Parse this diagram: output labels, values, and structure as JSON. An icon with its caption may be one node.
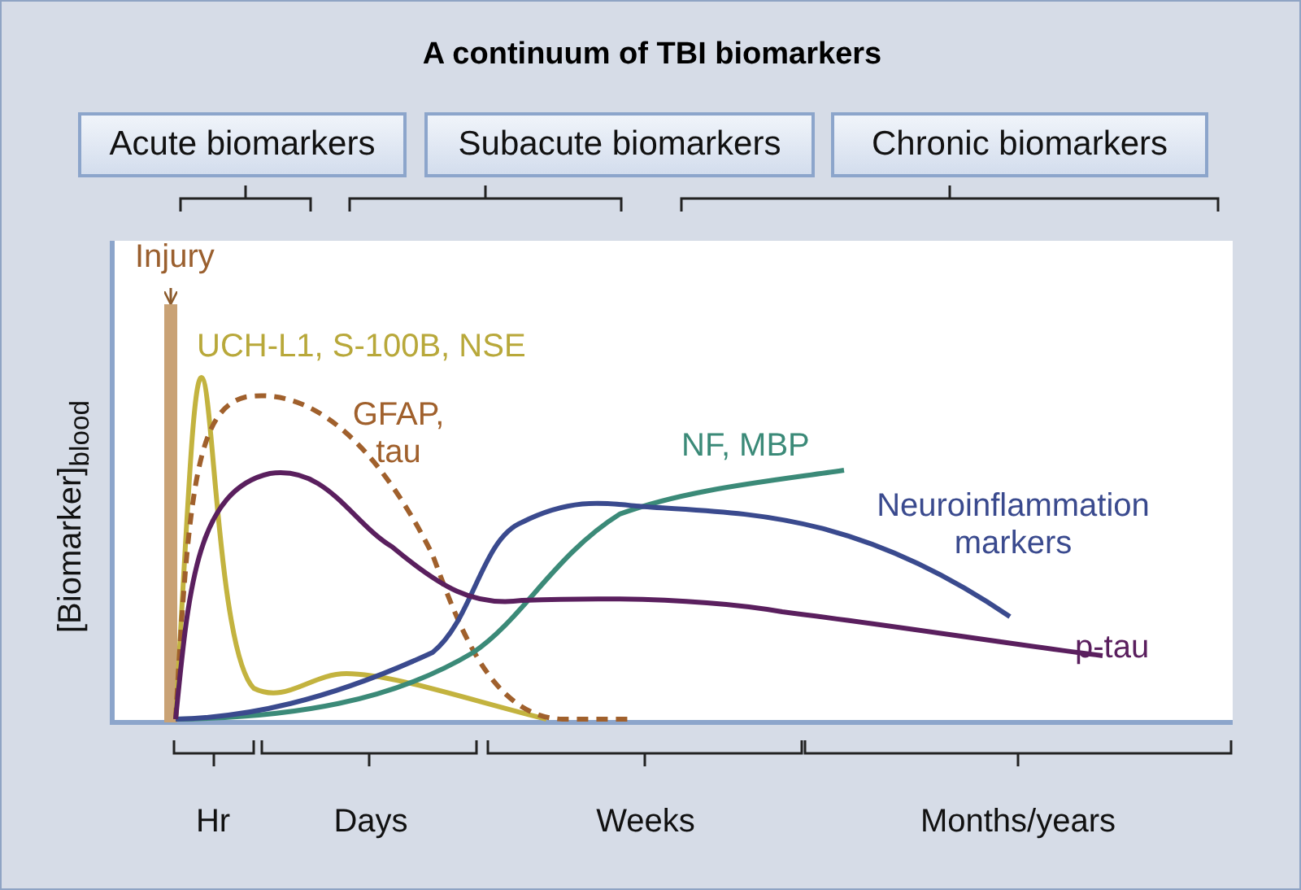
{
  "diagram": {
    "title": "A continuum of TBI biomarkers",
    "nodes": [
      {
        "text": [
          "Acute biomarkers"
        ]
      },
      {
        "text": [
          "Subacute biomarkers"
        ]
      },
      {
        "text": [
          "Chronic biomarkers"
        ]
      },
      {
        "text": [
          "Injury"
        ]
      },
      {
        "text": [],
        "shape": "bar"
      }
    ],
    "edges": [
      {
        "from": 3,
        "to": 4,
        "arrow": "to"
      }
    ],
    "labels": [
      "UCH-L1, S-100B, NSE",
      "GFAP, tau",
      "NF, MBP",
      "Neuroinflammation markers",
      "p-tau",
      "[Biomarker]$_{blood}$",
      "Hr",
      "Days",
      "Weeks",
      "Months/years"
    ]
  }
}
